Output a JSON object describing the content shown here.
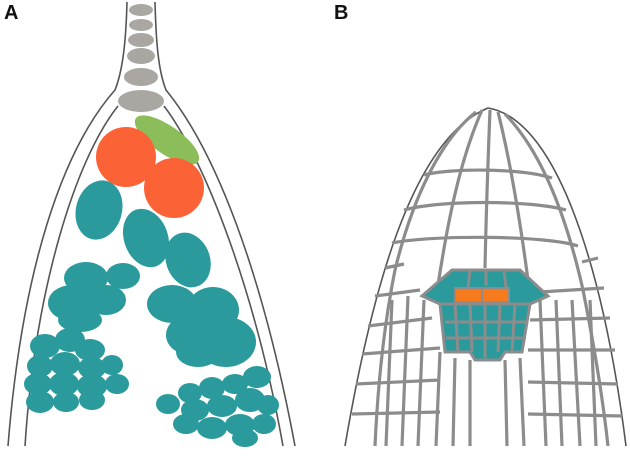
{
  "panels": [
    {
      "id": "A",
      "label": "A"
    },
    {
      "id": "B",
      "label": "B"
    }
  ],
  "colors": {
    "outline": "#555555",
    "stalk_cell": "#aaa7a2",
    "green_cell": "#8bbd5a",
    "orange_cell": "#fb6236",
    "teal_cell": "#2a9a9c",
    "cell_wall": "#8c8c8c",
    "niche_orange": "#f57b1e"
  }
}
